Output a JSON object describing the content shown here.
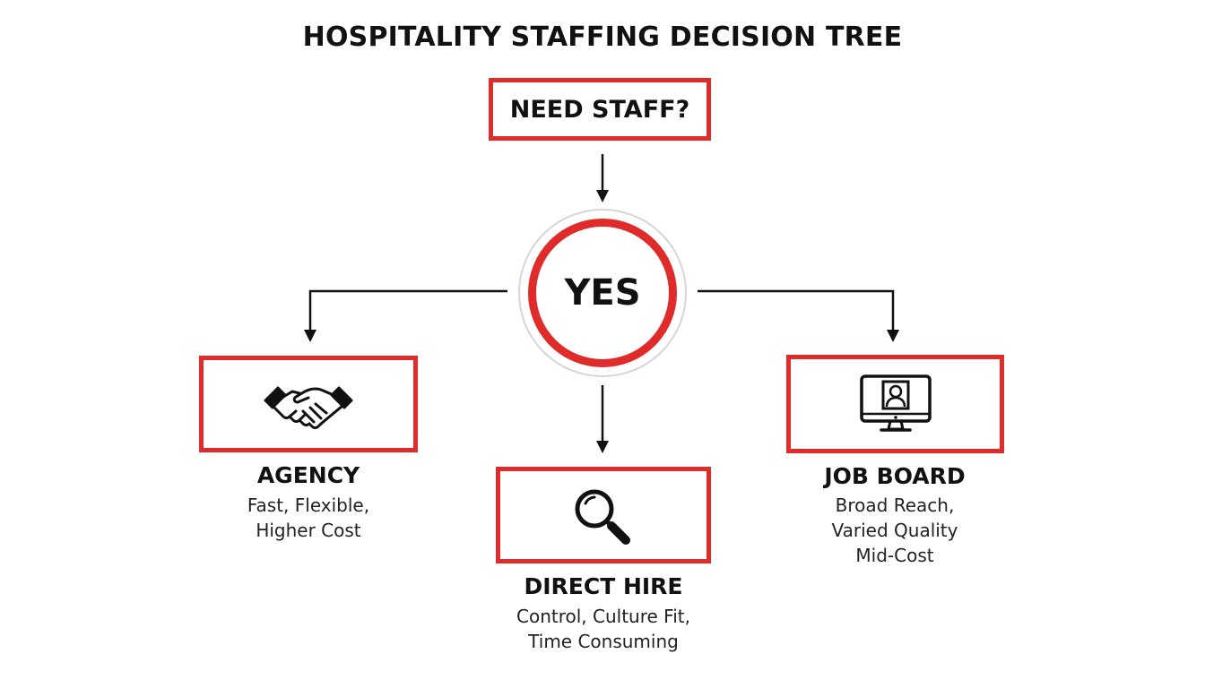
{
  "title": "HOSPITALITY STAFFING DECISION TREE",
  "start_node": {
    "label": "NEED STAFF?"
  },
  "decision_node": {
    "label": "YES"
  },
  "options": {
    "agency": {
      "icon": "handshake-icon",
      "title": "AGENCY",
      "desc_line1": "Fast, Flexible,",
      "desc_line2": "Higher Cost"
    },
    "direct_hire": {
      "icon": "magnifying-glass-icon",
      "title": "DIRECT HIRE",
      "desc_line1": "Control, Culture Fit,",
      "desc_line2": "Time Consuming"
    },
    "job_board": {
      "icon": "computer-profile-icon",
      "title": "JOB BOARD",
      "desc_line1": "Broad Reach,",
      "desc_line2": "Varied Quality",
      "desc_line3": "Mid-Cost"
    }
  },
  "colors": {
    "accent": "#e02b2b",
    "text": "#111111",
    "ring": "#d6d6d6"
  }
}
